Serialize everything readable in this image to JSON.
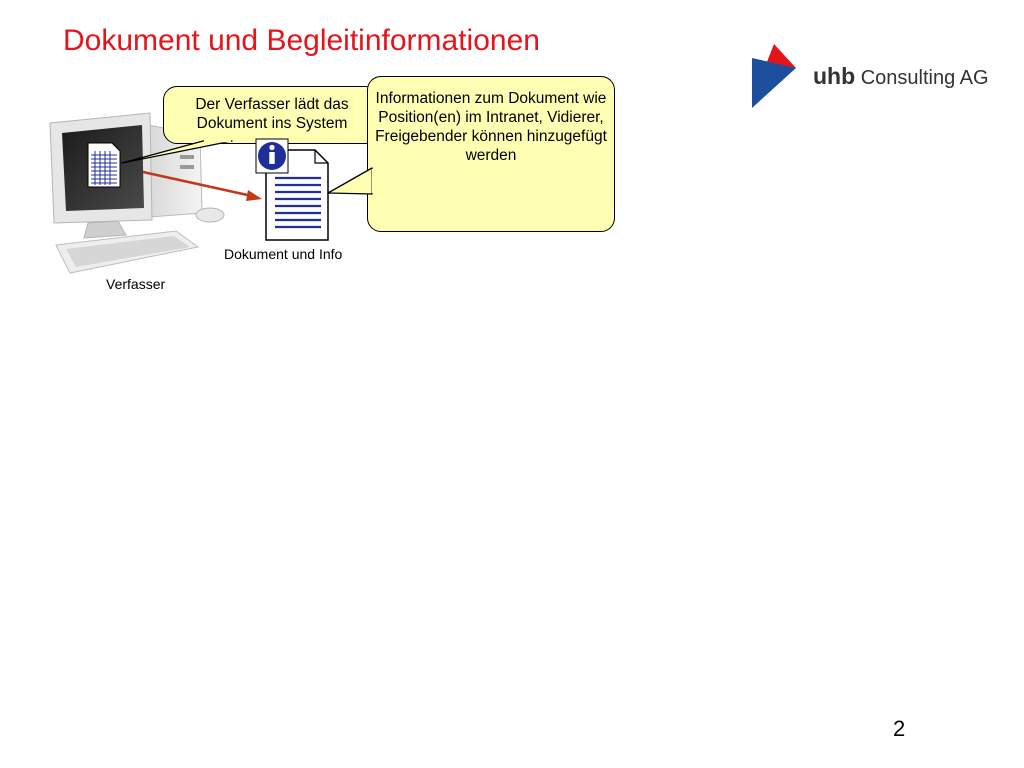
{
  "slide": {
    "title": "Dokument und Begleitinformationen",
    "page_number": "2"
  },
  "logo": {
    "brand": "uhb",
    "company": "Consulting AG",
    "colors": {
      "red": "#e5141b",
      "blue": "#1d4f9c",
      "gray": "#333333"
    }
  },
  "diagram": {
    "author_label": "Verfasser",
    "document_label": "Dokument und Info",
    "callout_upload": "Der Verfasser lädt das Dokument ins System",
    "callout_info": "Informationen zum Dokument wie Position(en) im Intranet, Vidierer, Freigebender können hinzugefügt werden",
    "icons": [
      "computer-icon",
      "document-icon",
      "info-icon",
      "arrow"
    ],
    "colors": {
      "callout": "#ffffb4",
      "arrow": "#c0391b",
      "document_lines": "#1f2f9a",
      "info": "#1f2f9a"
    }
  }
}
